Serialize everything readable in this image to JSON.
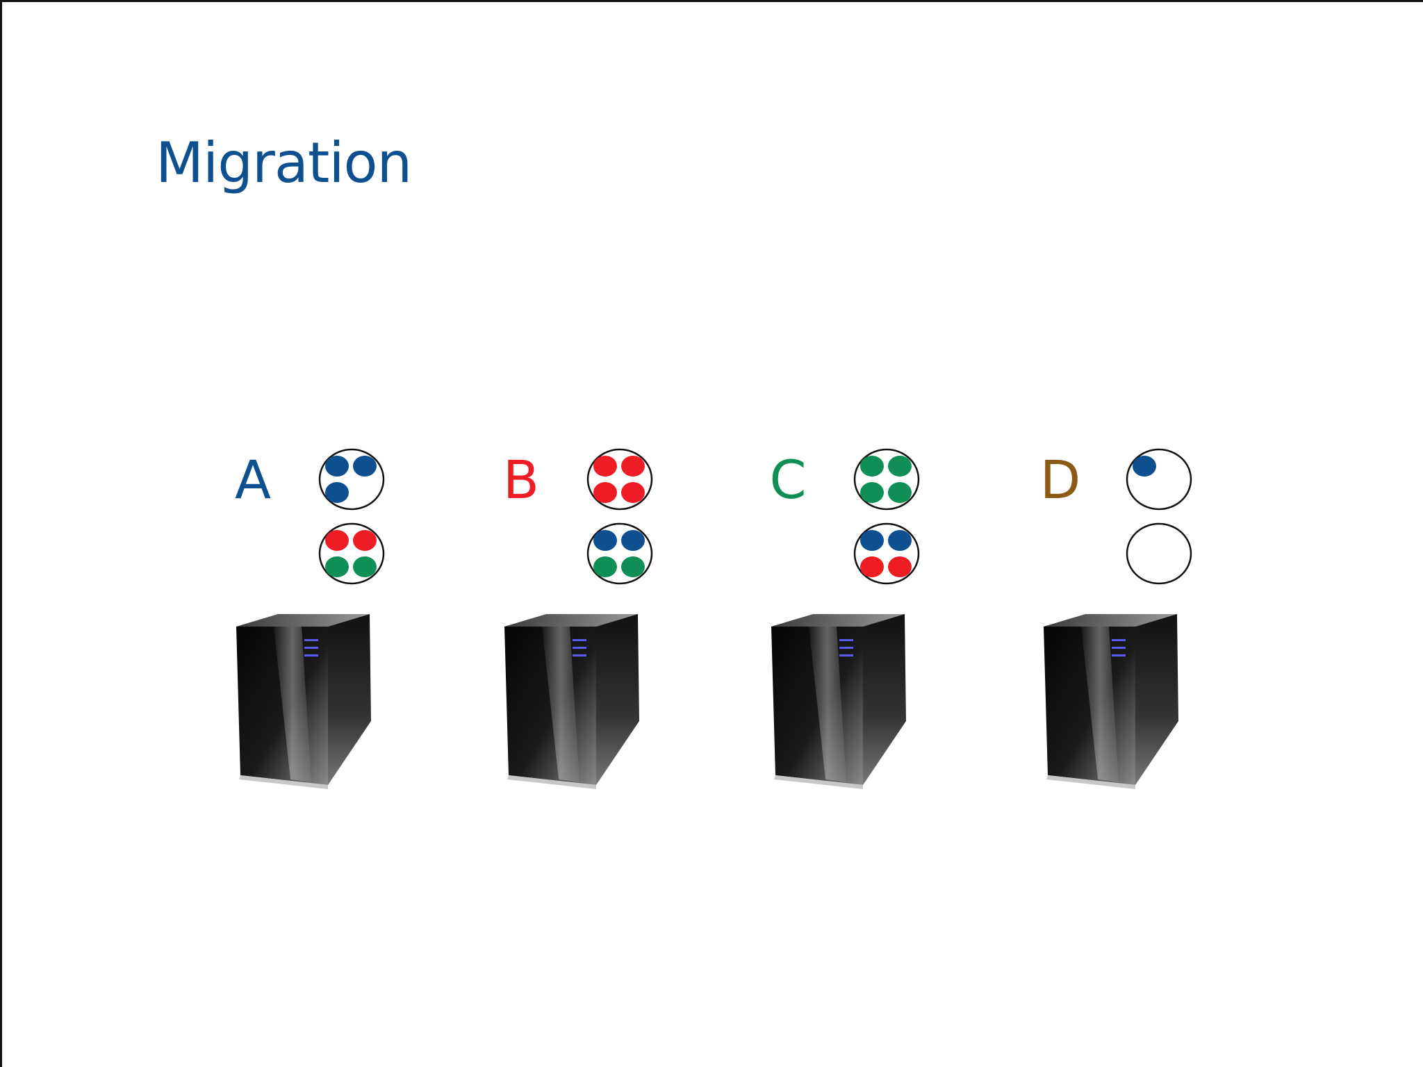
{
  "title": "Migration",
  "colors": {
    "title": "#0d4f8f",
    "blue": "#0d4f8f",
    "red": "#ee1c24",
    "green": "#0f8f56",
    "brown": "#8b5a14",
    "pod_outline": "#111111"
  },
  "servers": [
    {
      "label": "A",
      "color": "brown-free",
      "label_color": "#0d4f8f",
      "pods": [
        {
          "dots": [
            "blue",
            "blue",
            "blue"
          ]
        },
        {
          "dots": [
            "red",
            "red",
            "green",
            "green"
          ]
        }
      ]
    },
    {
      "label": "B",
      "label_color": "#ee1c24",
      "pods": [
        {
          "dots": [
            "red",
            "red",
            "red",
            "red"
          ]
        },
        {
          "dots": [
            "blue",
            "blue",
            "green",
            "green"
          ]
        }
      ]
    },
    {
      "label": "C",
      "label_color": "#0f8f56",
      "pods": [
        {
          "dots": [
            "green",
            "green",
            "green",
            "green"
          ]
        },
        {
          "dots": [
            "blue",
            "blue",
            "red",
            "red"
          ]
        }
      ]
    },
    {
      "label": "D",
      "label_color": "#8b5a14",
      "pods": [
        {
          "dots": [
            "blue"
          ]
        },
        {
          "dots": []
        }
      ]
    }
  ],
  "icons": {
    "server": "server-tower-icon"
  }
}
